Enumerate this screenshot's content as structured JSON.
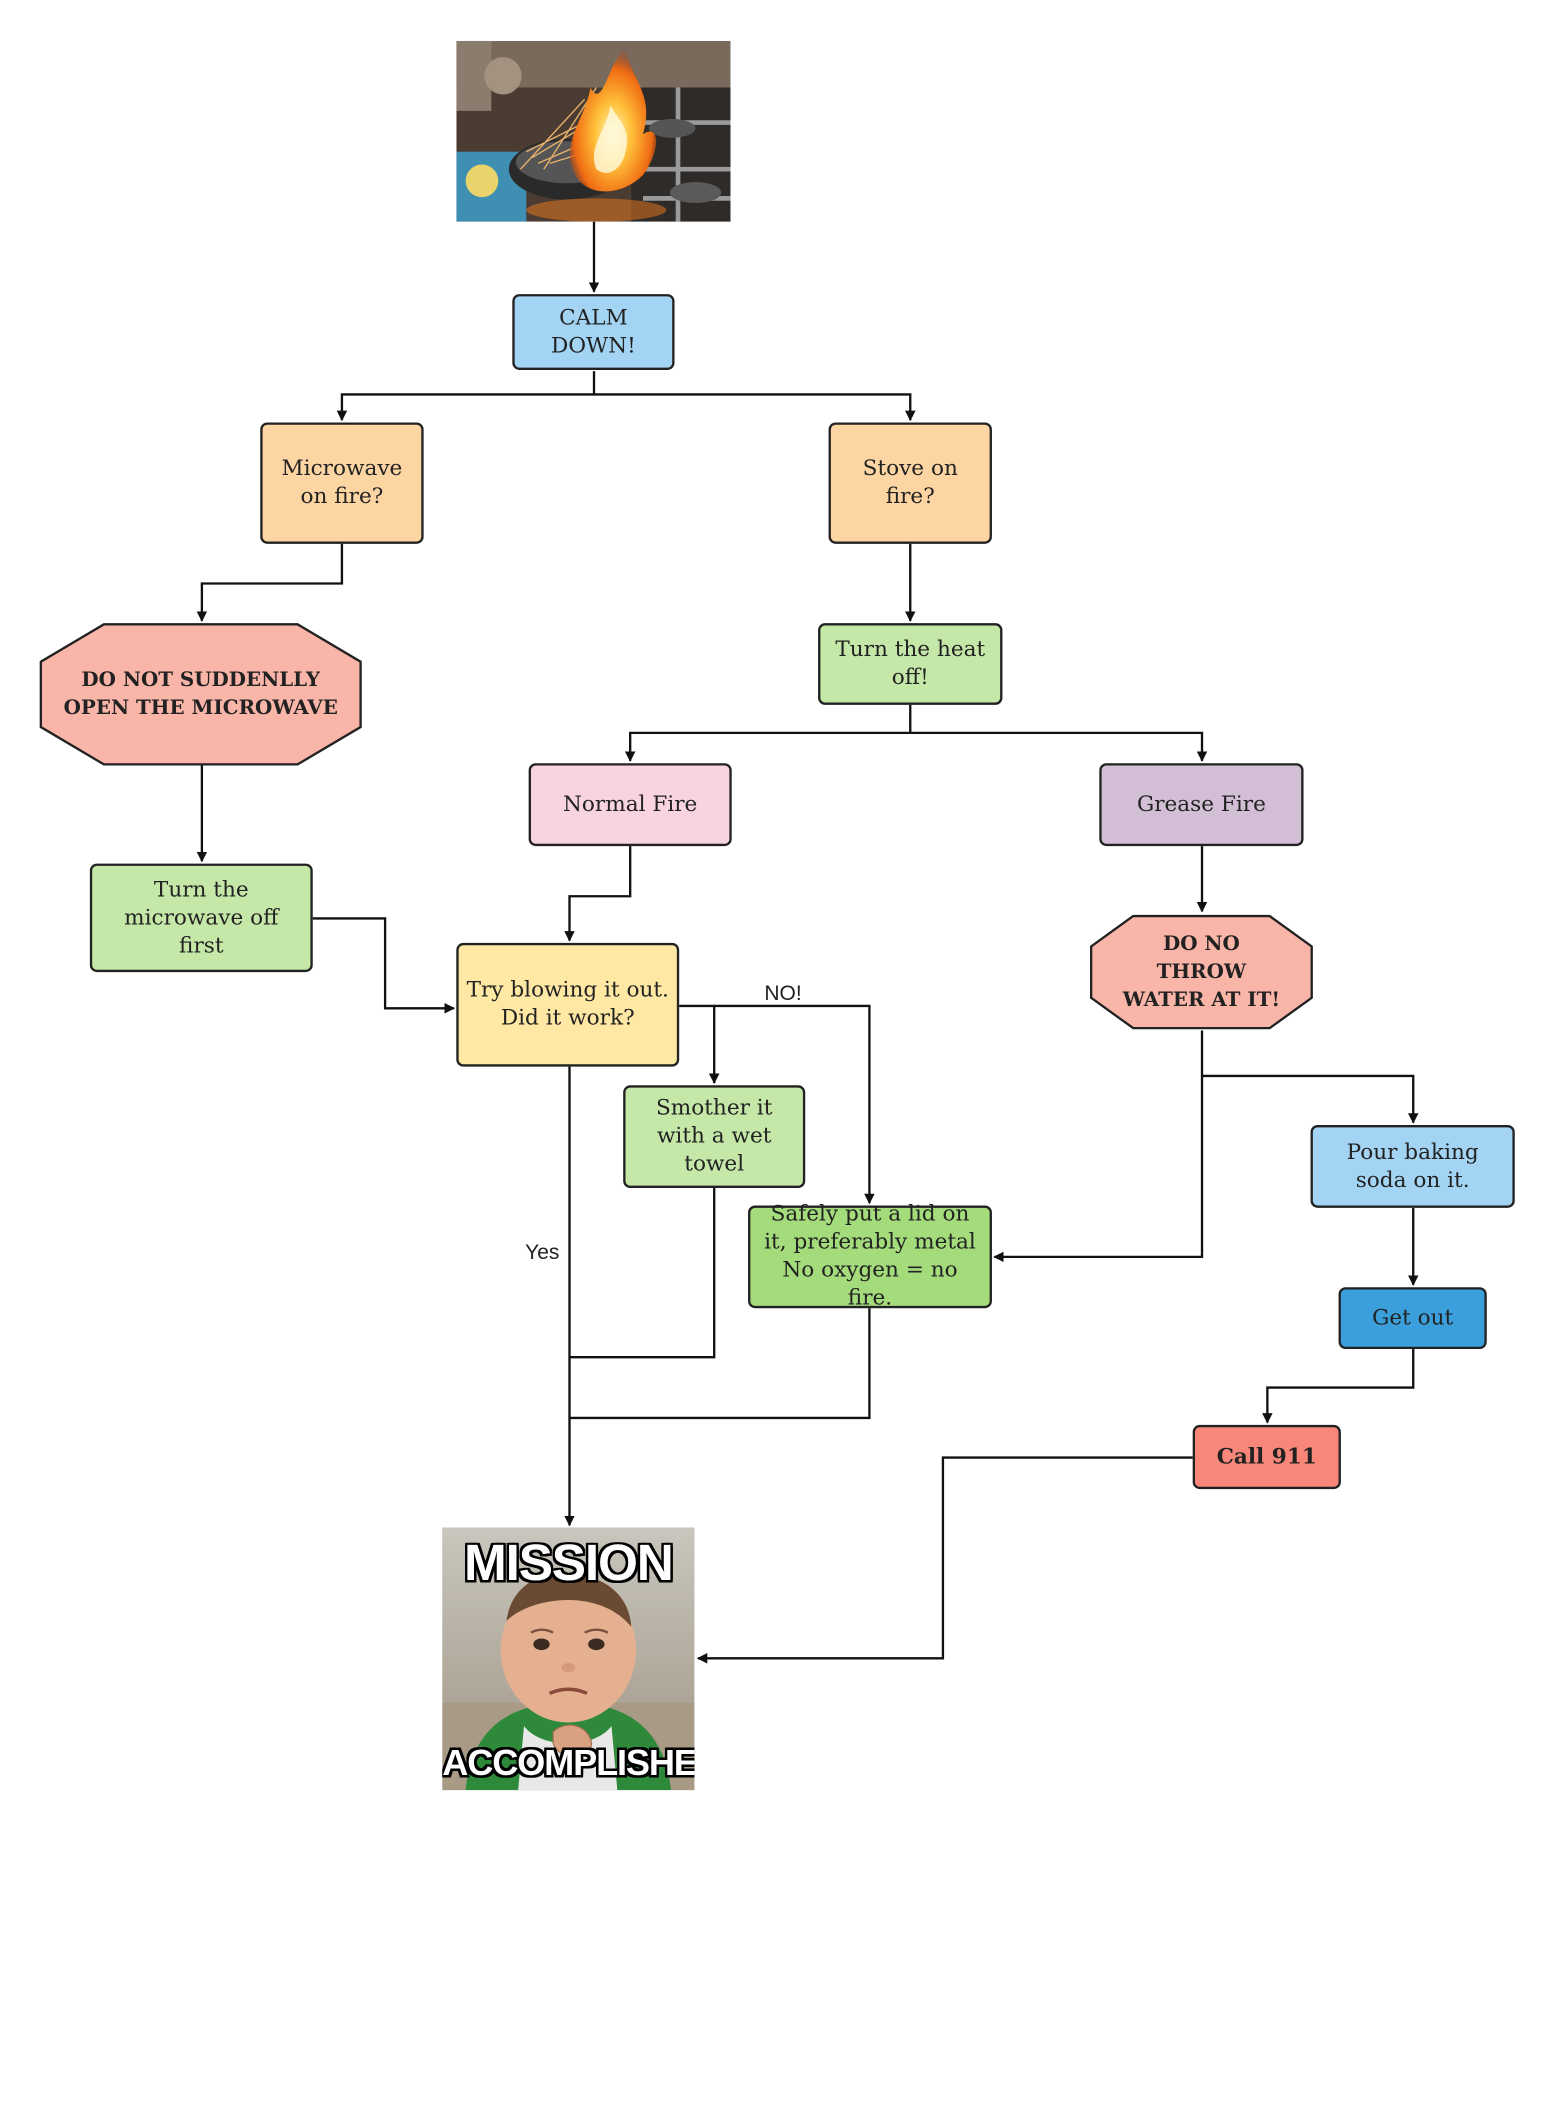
{
  "nodes": {
    "calm_down": "CALM DOWN!",
    "microwave_on_fire": "Microwave on fire?",
    "stove_on_fire": "Stove on fire?",
    "do_not_open_microwave": "DO NOT SUDDENLLY OPEN THE MICROWAVE",
    "turn_heat_off": "Turn the heat off!",
    "turn_microwave_off": "Turn the microwave off first",
    "normal_fire": "Normal Fire",
    "grease_fire": "Grease Fire",
    "try_blowing": "Try blowing it out. Did it work?",
    "do_not_throw_water": "DO NO THROW WATER AT IT!",
    "smother_towel": "Smother it with a wet towel",
    "pour_baking_soda": "Pour baking soda on it.",
    "put_lid": "Safely put a lid on it, preferably metal No oxygen = no fire.",
    "get_out": "Get out",
    "call_911": "Call 911"
  },
  "edge_labels": {
    "no": "NO!",
    "yes": "Yes"
  },
  "meme": {
    "top": "MISSION",
    "bottom": "ACCOMPLISHED"
  },
  "colors": {
    "blue_light": "#a3d4f3",
    "orange_light": "#fdd5a3",
    "green_light": "#c5e8a9",
    "green_mid": "#a4dc7c",
    "pink_light": "#f8d3e0",
    "purple_light": "#d3bfd5",
    "yellow_light": "#ffe8a3",
    "red_light": "#f9b5a8",
    "blue_mid": "#3a9fdb",
    "red_mid": "#f8877a"
  }
}
